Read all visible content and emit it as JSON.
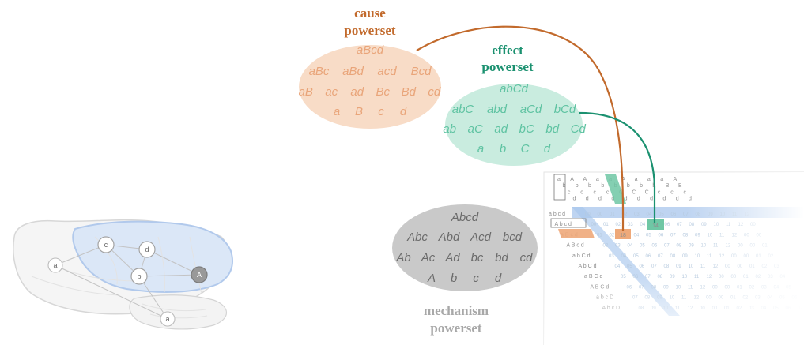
{
  "colors": {
    "cause": "#c26a2c",
    "cause_fill": "#f8dcc7",
    "cause_text": "#e9a57a",
    "effect": "#1b9170",
    "effect_fill": "#c9ecdf",
    "effect_text": "#5fc3a2",
    "mechanism_fill": "#c9c9c9",
    "mechanism_text": "#6b6b6b",
    "mechanism_title": "#a8a8a8",
    "highlight_blue": "#a8c6ec"
  },
  "cause": {
    "title_line1": "cause",
    "title_line2": "powerset",
    "rows": [
      [
        "aBcd"
      ],
      [
        "aBc",
        "aBd",
        "acd",
        "Bcd"
      ],
      [
        "aB",
        "ac",
        "ad",
        "Bc",
        "Bd",
        "cd"
      ],
      [
        "a",
        "B",
        "c",
        "d"
      ]
    ]
  },
  "effect": {
    "title_line1": "effect",
    "title_line2": "powerset",
    "rows": [
      [
        "abCd"
      ],
      [
        "abC",
        "abd",
        "aCd",
        "bCd"
      ],
      [
        "ab",
        "aC",
        "ad",
        "bC",
        "bd",
        "Cd"
      ],
      [
        "a",
        "b",
        "C",
        "d"
      ]
    ]
  },
  "mechanism": {
    "title_line1": "mechanism",
    "title_line2": "powerset",
    "rows": [
      [
        "Abcd"
      ],
      [
        "Abc",
        "Abd",
        "Acd",
        "bcd"
      ],
      [
        "Ab",
        "Ac",
        "Ad",
        "bc",
        "bd",
        "cd"
      ],
      [
        "A",
        "b",
        "c",
        "d"
      ]
    ]
  },
  "network": {
    "nodes": [
      "c",
      "d",
      "b",
      "A",
      "a",
      "a"
    ]
  },
  "matrix": {
    "col_headers": [
      [
        "a",
        "b",
        "c",
        "d"
      ],
      [
        "A",
        "b",
        "c",
        "d"
      ],
      [
        "A",
        "b",
        "c",
        "d"
      ],
      [
        "a",
        "b",
        "c",
        "d"
      ],
      [
        "a",
        "b",
        "C",
        "d"
      ],
      [
        "A",
        "b",
        "C",
        "d"
      ],
      [
        "a",
        "b",
        "C",
        "d"
      ],
      [
        "a",
        "b",
        "c",
        "d"
      ],
      [
        "a",
        "B",
        "c",
        "d"
      ],
      [
        "A",
        "B",
        "c",
        "d"
      ]
    ],
    "row_headers": [
      "a b c d",
      "A b c d",
      "a B c d",
      "A B c d",
      "a b C d",
      "A b C d",
      "a B C d",
      "A B C d",
      "a b c D",
      "A b c D"
    ],
    "cell_values": [
      "00",
      "00",
      "01",
      "02",
      "03",
      "04",
      "05",
      "06",
      "07",
      "08",
      "09",
      "10",
      "11",
      "12"
    ],
    "cause_cell": "18",
    "effect_cell": "14"
  }
}
